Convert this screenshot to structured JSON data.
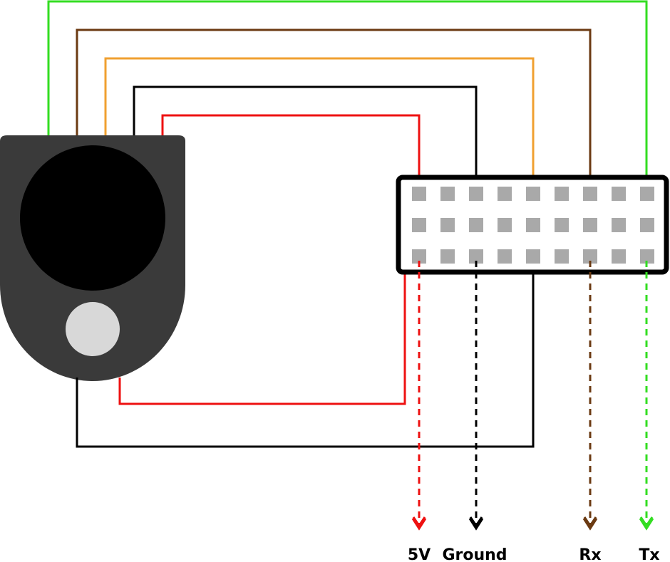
{
  "colors": {
    "background": "#ffffff",
    "device_body": "#3a3a3a",
    "device_lens": "#000000",
    "device_button": "#d8d8d8",
    "header_border": "#000000",
    "pin": "#a9a9a9",
    "wire_green": "#33dd22",
    "wire_brown": "#6b3a12",
    "wire_orange": "#f0a030",
    "wire_black": "#000000",
    "wire_red": "#ee1111"
  },
  "outputs": [
    {
      "id": "5v",
      "label": "5V",
      "color": "#ee1111"
    },
    {
      "id": "ground",
      "label": "Ground",
      "color": "#000000"
    },
    {
      "id": "rx",
      "label": "Rx",
      "color": "#6b3a12"
    },
    {
      "id": "tx",
      "label": "Tx",
      "color": "#33dd22"
    }
  ]
}
